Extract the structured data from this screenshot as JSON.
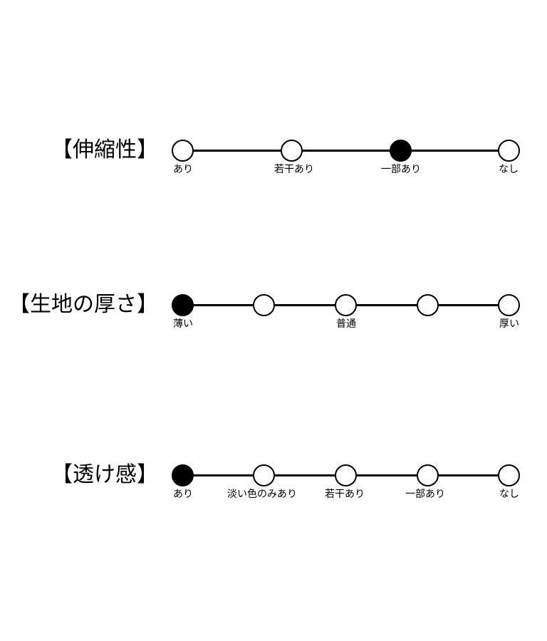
{
  "scales": [
    {
      "label": "【伸縮性】",
      "point_count": 4,
      "selected_index": 2,
      "tick_labels": [
        "あり",
        "若干あり",
        "一部あり",
        "なし"
      ]
    },
    {
      "label": "【生地の厚さ】",
      "point_count": 5,
      "selected_index": 0,
      "tick_labels": [
        "薄い",
        "普通",
        "厚い"
      ]
    },
    {
      "label": "【透け感】",
      "point_count": 5,
      "selected_index": 0,
      "tick_labels": [
        "あり",
        "淡い色のみあり",
        "若干あり",
        "一部あり",
        "なし"
      ]
    }
  ]
}
